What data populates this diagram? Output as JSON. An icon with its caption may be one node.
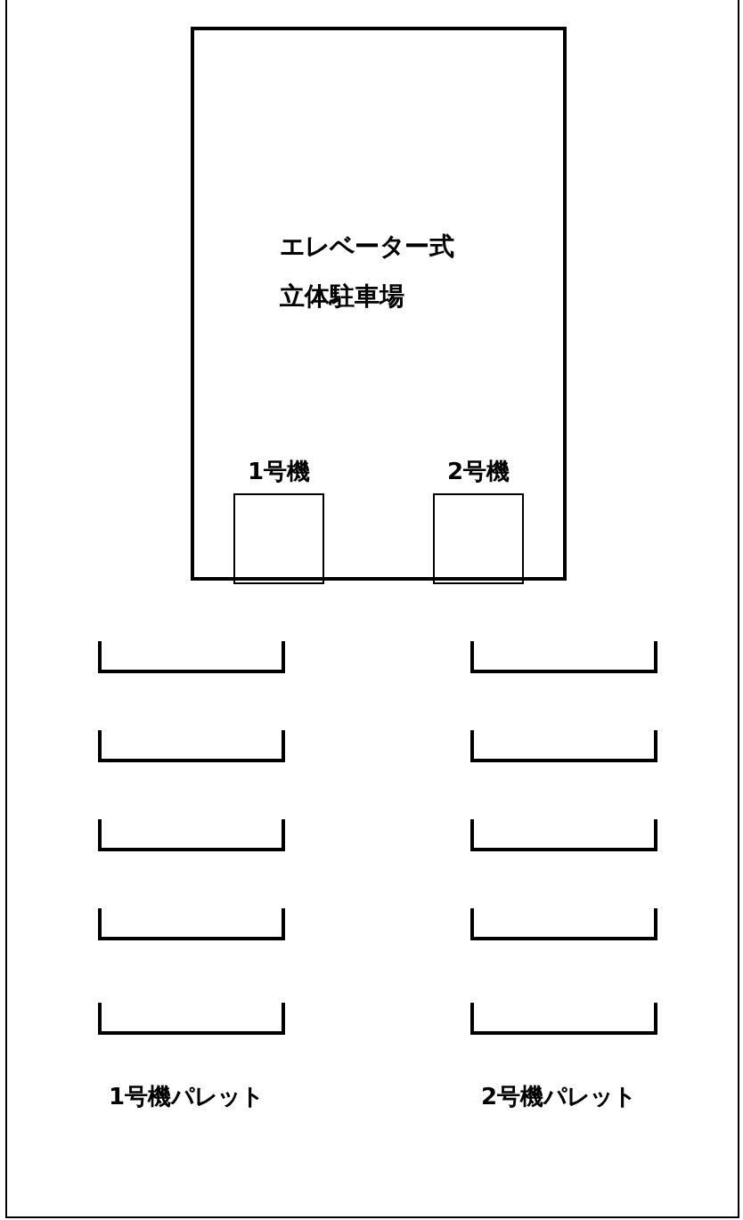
{
  "diagram": {
    "nodes": [
      {
        "text": [
          "エレベーター式立体駐車場"
        ]
      },
      {
        "text": [
          "1号機"
        ],
        "in": 0
      },
      {
        "text": [
          "2号機"
        ],
        "in": 0
      },
      {
        "text": [],
        "shape": "tray"
      },
      {
        "text": [],
        "shape": "tray"
      },
      {
        "text": [],
        "shape": "tray"
      },
      {
        "text": [],
        "shape": "tray"
      },
      {
        "text": [],
        "shape": "tray"
      },
      {
        "text": [],
        "shape": "tray"
      },
      {
        "text": [],
        "shape": "tray"
      },
      {
        "text": [],
        "shape": "tray"
      },
      {
        "text": [],
        "shape": "tray"
      },
      {
        "text": [],
        "shape": "tray"
      }
    ],
    "labels": [
      "1号機パレット",
      "2号機パレット"
    ]
  }
}
